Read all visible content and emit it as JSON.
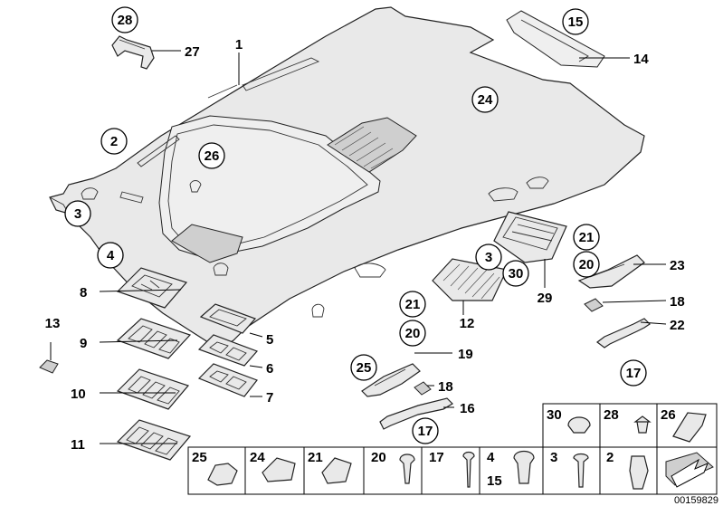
{
  "diagram_id": "00159829",
  "callouts": {
    "c1": "1",
    "c2": "2",
    "c3": "3",
    "c3b": "3",
    "c4": "4",
    "c5": "5",
    "c6": "6",
    "c7": "7",
    "c8": "8",
    "c9": "9",
    "c10": "10",
    "c11": "11",
    "c12": "12",
    "c13": "13",
    "c14": "14",
    "c15": "15",
    "c16": "16",
    "c17": "17",
    "c17b": "17",
    "c18": "18",
    "c18b": "18",
    "c19": "19",
    "c20": "20",
    "c20b": "20",
    "c21": "21",
    "c21b": "21",
    "c22": "22",
    "c23": "23",
    "c24": "24",
    "c25": "25",
    "c26": "26",
    "c27": "27",
    "c28": "28",
    "c29": "29",
    "c30": "30"
  },
  "hardware_top_row": [
    "30",
    "28",
    "26"
  ],
  "hardware_bottom_row": [
    "25",
    "24",
    "21",
    "20",
    "17",
    "4",
    "3",
    "2"
  ],
  "hardware_extra_label": "15"
}
